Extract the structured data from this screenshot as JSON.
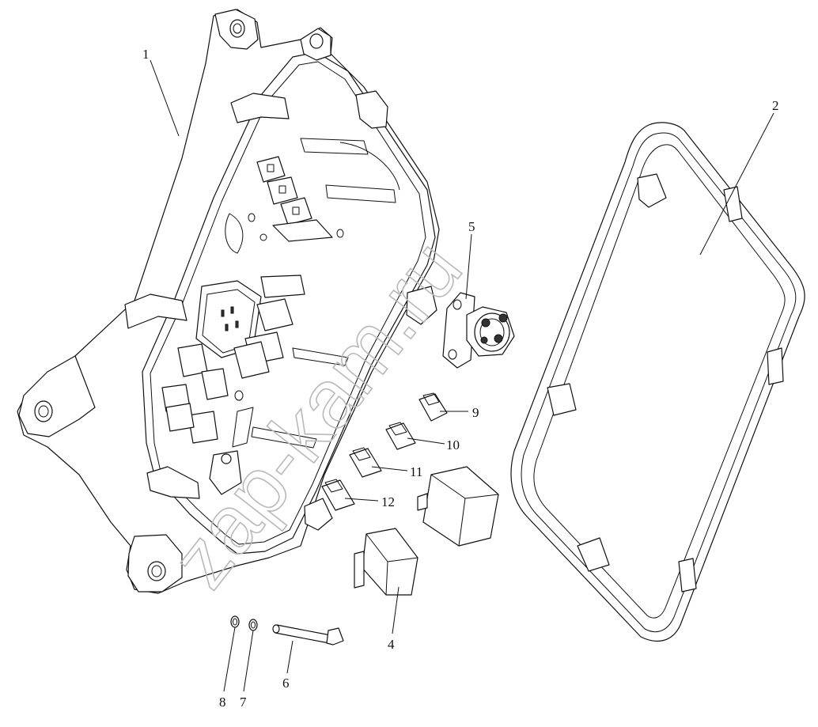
{
  "watermark": "zap-kam.ru",
  "callouts": [
    {
      "id": "1",
      "label": "1"
    },
    {
      "id": "2",
      "label": "2"
    },
    {
      "id": "4",
      "label": "4"
    },
    {
      "id": "5",
      "label": "5"
    },
    {
      "id": "6",
      "label": "6"
    },
    {
      "id": "7",
      "label": "7"
    },
    {
      "id": "8",
      "label": "8"
    },
    {
      "id": "9",
      "label": "9"
    },
    {
      "id": "10",
      "label": "10"
    },
    {
      "id": "11",
      "label": "11"
    },
    {
      "id": "12",
      "label": "12"
    }
  ]
}
